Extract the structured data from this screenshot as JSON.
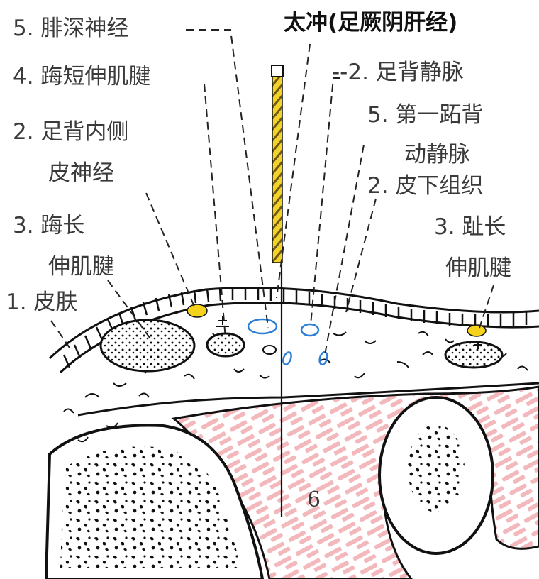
{
  "labels": {
    "l1": "5. 腓深神经",
    "l2": "太冲(足厥阴肝经)",
    "l3": "4. 踇短伸肌腱",
    "l4": "--2. 足背静脉",
    "l5a": "5. 第一跖背",
    "l5b": "动静脉",
    "l6a": "2. 足背内侧",
    "l6b": "皮神经",
    "l7": "2. 皮下组织",
    "l8a": "3. 踇长",
    "l8b": "伸肌腱",
    "l9a": "3. 趾长",
    "l9b": "伸肌腱",
    "l10": "1. 皮肤",
    "region": "6"
  },
  "colors": {
    "needle": "#f2d22b",
    "nerve": "#f5d21c",
    "vessel": "#2a7fd4",
    "muscle": "#f2b8bc",
    "outline": "#111111"
  }
}
